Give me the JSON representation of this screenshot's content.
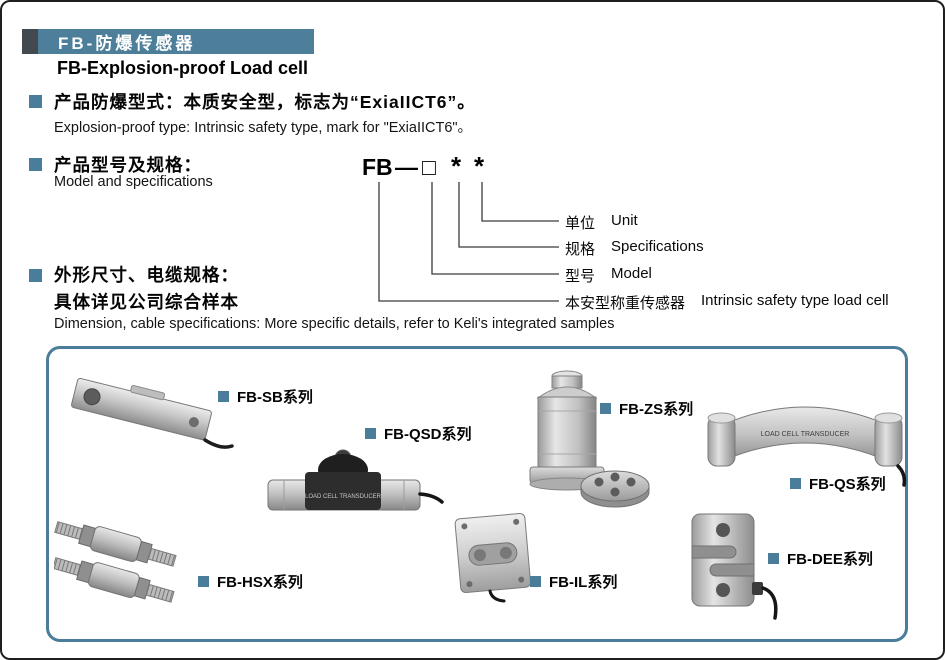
{
  "colors": {
    "accent": "#4a7d99",
    "header_bar": "#4d7f9a",
    "header_accent_square": "#424a4f"
  },
  "header": {
    "title_cn": "FB-防爆传感器",
    "title_en": "FB-Explosion-proof Load cell"
  },
  "explosion_section": {
    "cn": "产品防爆型式：本质安全型，标志为“ExiaIICT6”。",
    "en": "Explosion-proof type: Intrinsic safety type, mark for \"ExiaIICT6\"。"
  },
  "model_section": {
    "cn": "产品型号及规格：",
    "en": "Model and specifications",
    "code_parts": [
      "FB",
      "—",
      "□",
      "*",
      "*"
    ],
    "labels": [
      {
        "cn": "单位",
        "en": "Unit"
      },
      {
        "cn": "规格",
        "en": "Specifications"
      },
      {
        "cn": "型号",
        "en": "Model"
      },
      {
        "cn": "本安型称重传感器",
        "en": "Intrinsic safety type load cell"
      }
    ]
  },
  "dimension_section": {
    "cn_line1": "外形尺寸、电缆规格：",
    "cn_line2": "具体详见公司综合样本",
    "en": "Dimension, cable specifications: More specific details, refer to Keli's integrated samples"
  },
  "product_box": {
    "image_text": "LOAD CELL TRANSDUCER",
    "products": [
      {
        "id": "sb",
        "label": "FB-SB系列"
      },
      {
        "id": "qsd",
        "label": "FB-QSD系列"
      },
      {
        "id": "zs",
        "label": "FB-ZS系列"
      },
      {
        "id": "qs",
        "label": "FB-QS系列"
      },
      {
        "id": "hsx",
        "label": "FB-HSX系列"
      },
      {
        "id": "il",
        "label": "FB-IL系列"
      },
      {
        "id": "dee",
        "label": "FB-DEE系列"
      }
    ]
  }
}
